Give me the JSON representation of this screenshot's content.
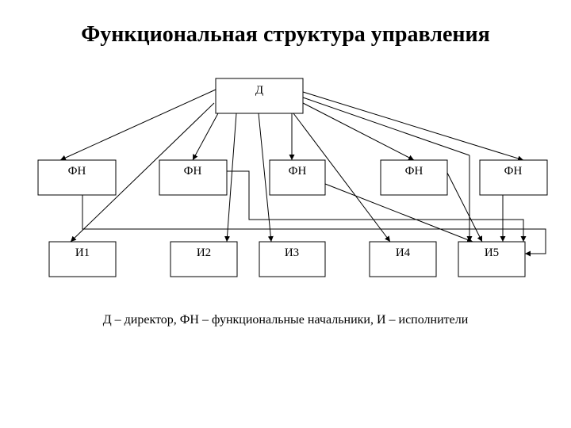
{
  "title": "Функциональная структура управления",
  "nodes": {
    "director": "Д",
    "fn1": "ФН",
    "fn2": "ФН",
    "fn3": "ФН",
    "fn4": "ФН",
    "fn5": "ФН",
    "i1": "И1",
    "i2": "И2",
    "i3": "И3",
    "i4": "И4",
    "i5": "И5"
  },
  "legend": "Д – директор, ФН – функциональные начальники, И – исполнители"
}
